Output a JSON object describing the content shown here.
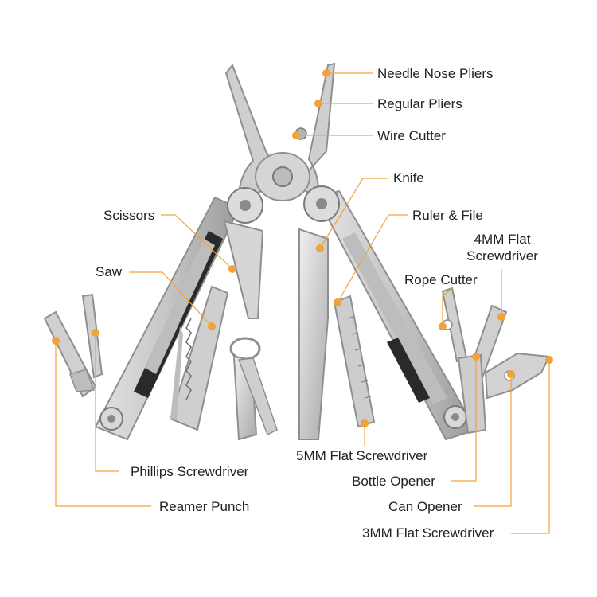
{
  "accent_color": "#f2a23a",
  "tool_colors": {
    "steel": "#c6c6c6",
    "steel_light": "#e3e3e3",
    "steel_dark": "#8f8f8f",
    "handle_dark": "#2a2a2a"
  },
  "callouts": [
    {
      "id": "needle-nose-pliers",
      "label": "Needle Nose Pliers"
    },
    {
      "id": "regular-pliers",
      "label": "Regular Pliers"
    },
    {
      "id": "wire-cutter",
      "label": "Wire Cutter"
    },
    {
      "id": "knife",
      "label": "Knife"
    },
    {
      "id": "ruler-file",
      "label": "Ruler & File"
    },
    {
      "id": "scissors",
      "label": "Scissors"
    },
    {
      "id": "flat-screwdriver-4mm",
      "label": "4MM Flat Screwdriver"
    },
    {
      "id": "saw",
      "label": "Saw"
    },
    {
      "id": "rope-cutter",
      "label": "Rope Cutter"
    },
    {
      "id": "flat-screwdriver-5mm",
      "label": "5MM Flat Screwdriver"
    },
    {
      "id": "phillips-screwdriver",
      "label": "Phillips Screwdriver"
    },
    {
      "id": "bottle-opener",
      "label": "Bottle Opener"
    },
    {
      "id": "reamer-punch",
      "label": "Reamer Punch"
    },
    {
      "id": "can-opener",
      "label": "Can Opener"
    },
    {
      "id": "flat-screwdriver-3mm",
      "label": "3MM Flat Screwdriver"
    }
  ]
}
